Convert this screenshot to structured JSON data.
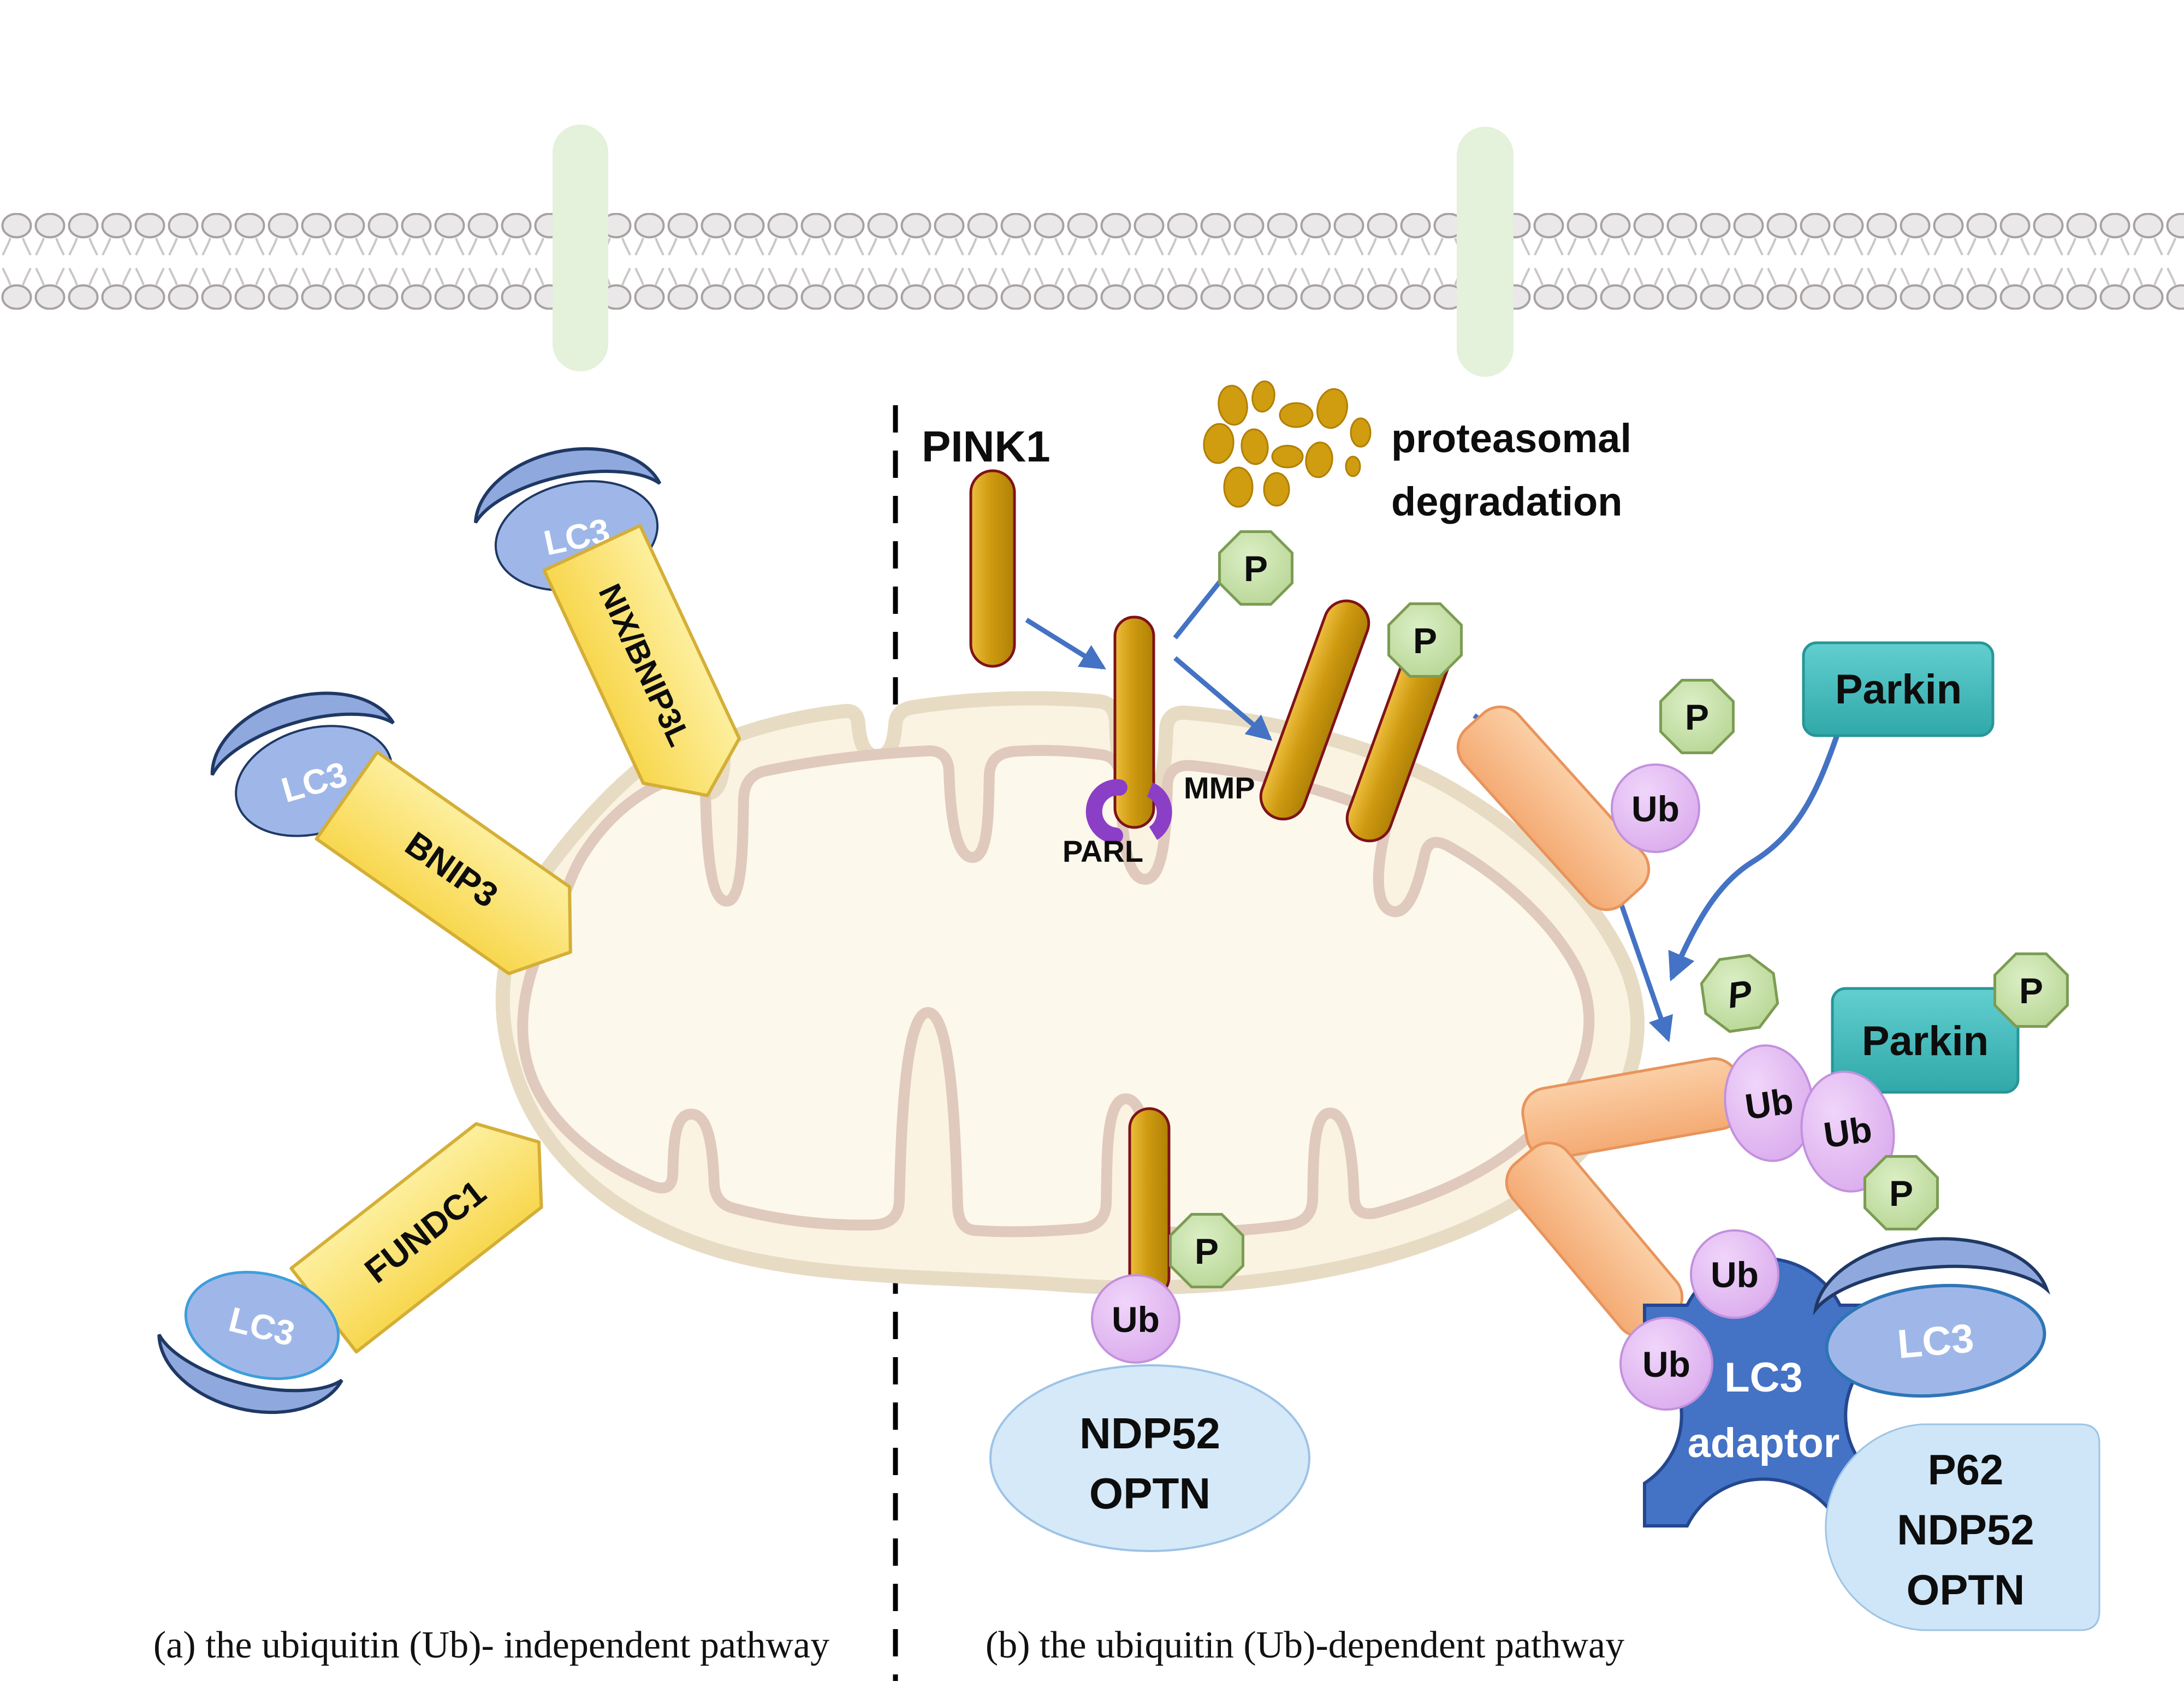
{
  "figure": {
    "panel_a_caption": "(a)   the ubiquitin (Ub)- independent pathway",
    "panel_b_caption": "(b)  the ubiquitin (Ub)-dependent pathway"
  },
  "labels": {
    "pink1": "PINK1",
    "parl": "PARL",
    "mmp": "MMP",
    "proteasomal_line1": "proteasomal",
    "proteasomal_line2": "degradation",
    "parkin": "Parkin",
    "phosphate": "P",
    "ubiquitin": "Ub",
    "lc3": "LC3",
    "adaptor_line1": "LC3",
    "adaptor_line2": "adaptor",
    "receptor_nix": "NIX/BNIP3L",
    "receptor_bnip3": "BNIP3",
    "receptor_fundc1": "FUNDC1",
    "ndp52": "NDP52",
    "optn": "OPTN",
    "p62": "P62"
  },
  "colors": {
    "arrow_blue": "#4472C4",
    "gold_rod": "#C8940E",
    "gold_rod_outline": "#7E1318",
    "receptor_yellow": "#FADB5E",
    "receptor_yellow_outline": "#D4AF37",
    "omm_protein_orange": "#F8BD8C",
    "omm_protein_outline": "#E8945C",
    "parkin_teal": "#3FBDBE",
    "parkin_teal_outline": "#279697",
    "ubiquitin_purple": "#DCAEEE",
    "ubiquitin_outline": "#C291DD",
    "phosphate_green": "#C5E2A3",
    "phosphate_outline": "#7C9C54",
    "channel_green": "#E4F1DB",
    "adaptor_blue": "#4472C4",
    "adaptor_outline": "#24478F",
    "lc3_blue": "#9FB7E8",
    "lc3_crescent": "#8FA9DE",
    "lc3_outline_navy": "#1F3864",
    "cargo_box_lightblue": "#CEE6F7",
    "ndp52_ellipse_lightblue": "#D6E9F8",
    "parl_purple": "#8B3FC6",
    "mito_outer_stroke": "#E7DCC3",
    "mito_outer_fill": "#FAF3E2",
    "mito_inner_stroke": "#E0CABD",
    "mito_inner_fill": "#FCF8EC",
    "lipid_head_fill": "#EAE8E8",
    "lipid_head_stroke": "#A9A2A2",
    "divider_black": "#000000"
  }
}
